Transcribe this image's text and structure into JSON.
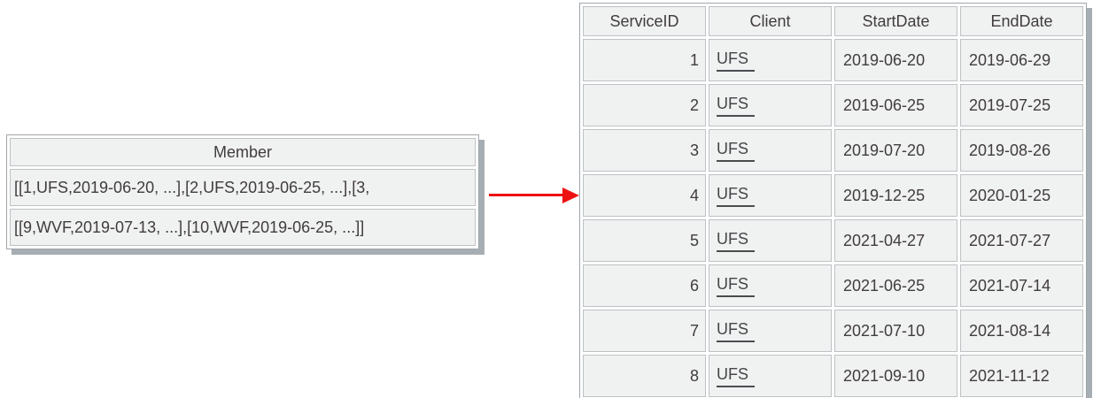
{
  "member_panel": {
    "title": "Member",
    "rows": [
      "[[1,UFS,2019-06-20, ...],[2,UFS,2019-06-25, ...],[3,",
      "[[9,WVF,2019-07-13, ...],[10,WVF,2019-06-25, ...]]"
    ]
  },
  "arrow": {
    "direction": "right",
    "color": "#ee1111"
  },
  "service_table": {
    "columns": [
      "ServiceID",
      "Client",
      "StartDate",
      "EndDate"
    ],
    "rows": [
      [
        "1",
        "UFS",
        "2019-06-20",
        "2019-06-29"
      ],
      [
        "2",
        "UFS",
        "2019-06-25",
        "2019-07-25"
      ],
      [
        "3",
        "UFS",
        "2019-07-20",
        "2019-08-26"
      ],
      [
        "4",
        "UFS",
        "2019-12-25",
        "2020-01-25"
      ],
      [
        "5",
        "UFS",
        "2021-04-27",
        "2021-07-27"
      ],
      [
        "6",
        "UFS",
        "2021-06-25",
        "2021-07-14"
      ],
      [
        "7",
        "UFS",
        "2021-07-10",
        "2021-08-14"
      ],
      [
        "8",
        "UFS",
        "2021-09-10",
        "2021-11-12"
      ]
    ]
  },
  "colors": {
    "member_text_teal": "#28b5b6",
    "service_id_blue": "#3c3cef",
    "arrow_red": "#ee1111",
    "cell_background": "#f0f1f1",
    "cell_border": "#bcc2c5",
    "panel_shadow": "#a7aeb3",
    "dark_text": "#403c3f"
  }
}
